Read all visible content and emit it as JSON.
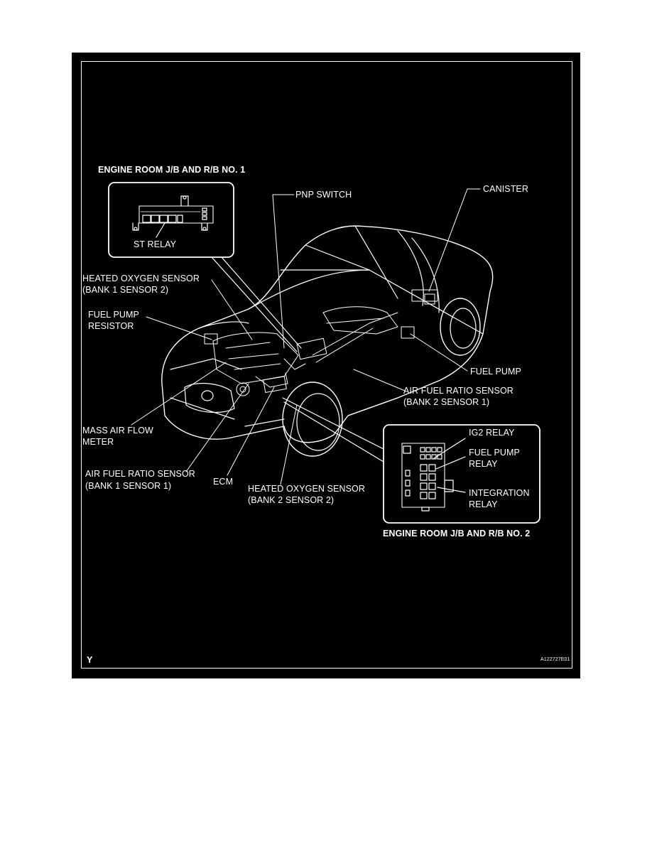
{
  "labels": {
    "jb1_title": "ENGINE ROOM J/B AND R/B NO. 1",
    "st_relay": "ST RELAY",
    "pnp_switch": "PNP SWITCH",
    "canister": "CANISTER",
    "heated_o2_b1s2_line1": "HEATED OXYGEN SENSOR",
    "heated_o2_b1s2_line2": "(BANK 1 SENSOR 2)",
    "fuel_pump_resistor_line1": "FUEL PUMP",
    "fuel_pump_resistor_line2": "RESISTOR",
    "fuel_pump": "FUEL PUMP",
    "af_b2s1_line1": "AIR FUEL RATIO SENSOR",
    "af_b2s1_line2": "(BANK 2 SENSOR 1)",
    "maf_line1": "MASS AIR FLOW",
    "maf_line2": "METER",
    "af_b1s1_line1": "AIR FUEL RATIO SENSOR",
    "af_b1s1_line2": "(BANK 1 SENSOR 1)",
    "ecm": "ECM",
    "heated_o2_b2s2_line1": "HEATED OXYGEN SENSOR",
    "heated_o2_b2s2_line2": "(BANK 2 SENSOR 2)",
    "ig2_relay": "IG2 RELAY",
    "fuel_pump_relay_line1": "FUEL PUMP",
    "fuel_pump_relay_line2": "RELAY",
    "integration_relay_line1": "INTEGRATION",
    "integration_relay_line2": "RELAY",
    "jb2_title": "ENGINE ROOM J/B AND R/B NO. 2",
    "corner_code": "Y",
    "figure_id": "A122727E01"
  },
  "colors": {
    "background": "#000000",
    "line": "#ffffff",
    "page": "#ffffff"
  }
}
